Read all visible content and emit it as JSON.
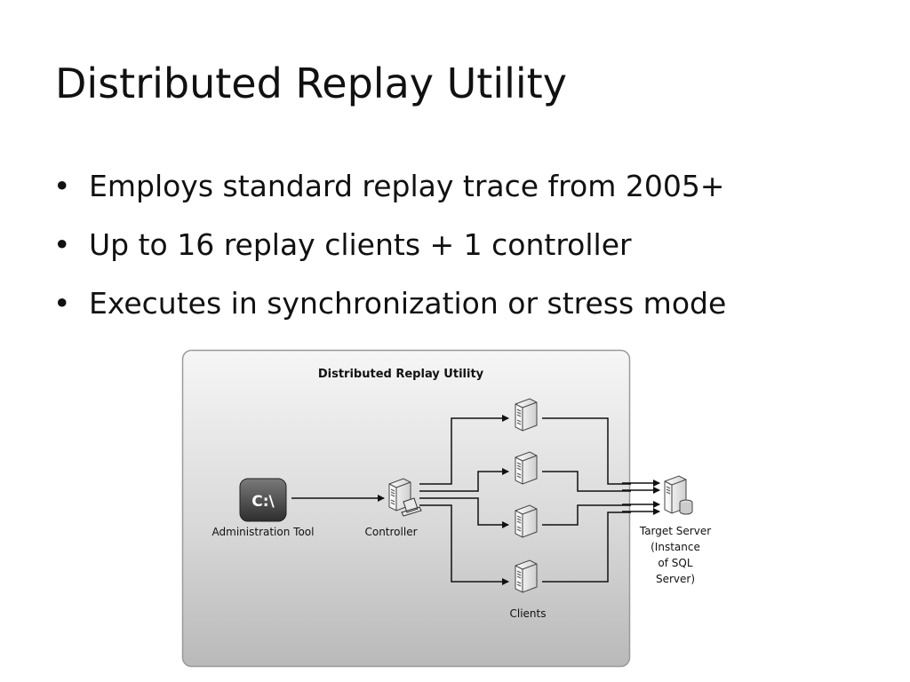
{
  "slide": {
    "title": "Distributed Replay Utility",
    "bullets": [
      "Employs standard replay trace from 2005+",
      "Up to 16 replay clients + 1 controller",
      "Executes in synchronization or stress mode"
    ]
  },
  "diagram": {
    "title": "Distributed Replay Utility",
    "admin_tool": {
      "icon_text": "C:\\",
      "label": "Administration Tool"
    },
    "controller": {
      "label": "Controller"
    },
    "clients": {
      "label": "Clients"
    },
    "target": {
      "label_lines": [
        "Target Server",
        "(Instance",
        "of SQL",
        "Server)"
      ]
    }
  }
}
